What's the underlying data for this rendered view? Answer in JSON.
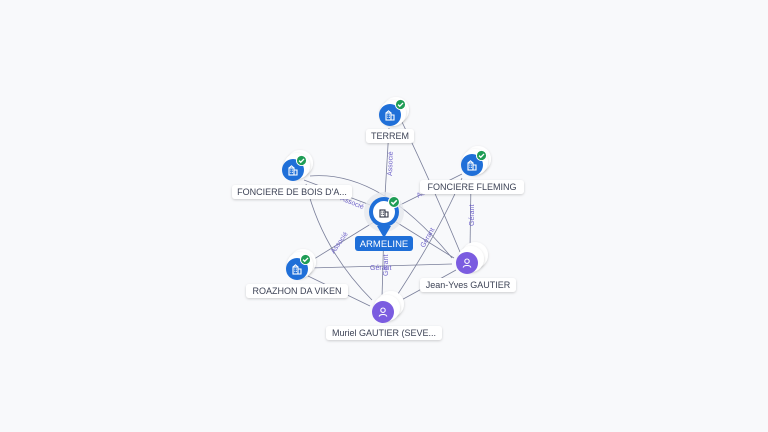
{
  "colors": {
    "company": "#1f6fd8",
    "person": "#7b5ce0",
    "verified": "#1f9d55",
    "edge": "#7a7f9a",
    "edge_label": "#6f63c9",
    "center_label_bg": "#1f6fd8"
  },
  "center": {
    "label": "ARMELINE",
    "icon": "building-icon",
    "verified_icon": "check-badge-icon"
  },
  "companies": [
    {
      "id": "terrem",
      "label": "TERREM",
      "icon": "building-icon",
      "verified_icon": "check-badge-icon"
    },
    {
      "id": "fonciere-bois",
      "label": "FONCIERE DE BOIS D'A...",
      "icon": "building-icon",
      "verified_icon": "check-badge-icon"
    },
    {
      "id": "fonciere-fleming",
      "label": "FONCIERE FLEMING",
      "icon": "building-icon",
      "verified_icon": "check-badge-icon"
    },
    {
      "id": "roazhon",
      "label": "ROAZHON DA VIKEN",
      "icon": "building-icon",
      "verified_icon": "check-badge-icon"
    }
  ],
  "people": [
    {
      "id": "jean-yves",
      "label": "Jean-Yves GAUTIER",
      "icon": "person-icon"
    },
    {
      "id": "muriel",
      "label": "Muriel GAUTIER (SEVE...",
      "icon": "person-icon"
    }
  ],
  "edge_labels": {
    "associe": "Associé",
    "gerant": "Gérant"
  }
}
